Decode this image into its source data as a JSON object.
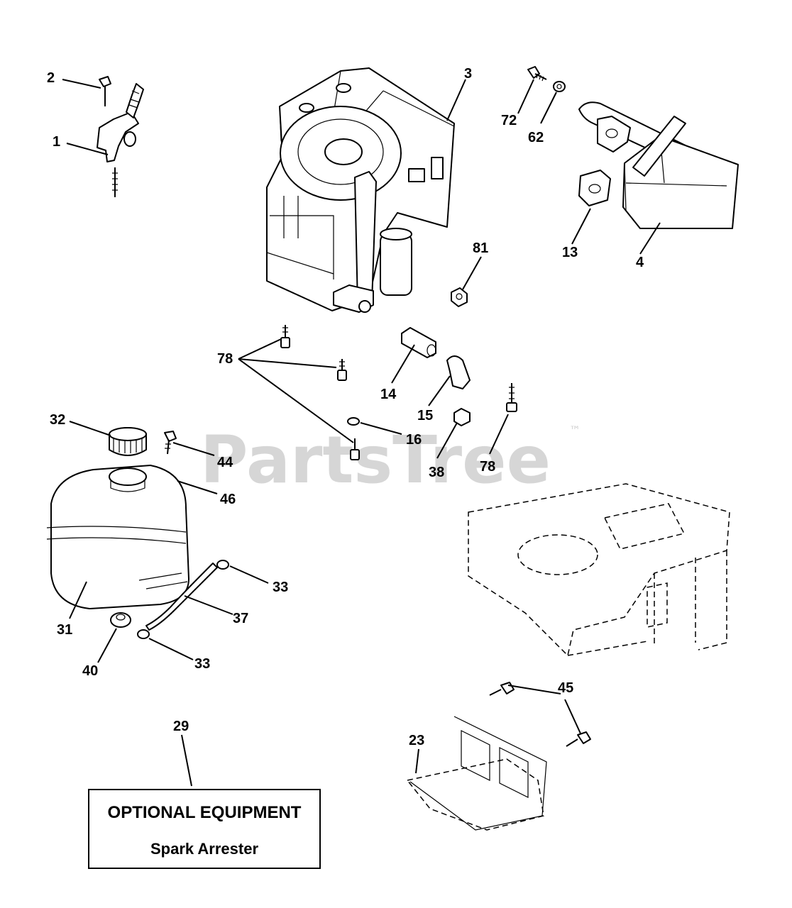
{
  "watermark": {
    "text": "PartsTree",
    "mark": "™"
  },
  "optional_box": {
    "title": "OPTIONAL EQUIPMENT",
    "subtitle": "Spark Arrester"
  },
  "callouts": [
    {
      "id": "c2",
      "text": "2"
    },
    {
      "id": "c1",
      "text": "1"
    },
    {
      "id": "c3",
      "text": "3"
    },
    {
      "id": "c72",
      "text": "72"
    },
    {
      "id": "c62",
      "text": "62"
    },
    {
      "id": "c13",
      "text": "13"
    },
    {
      "id": "c4",
      "text": "4"
    },
    {
      "id": "c81",
      "text": "81"
    },
    {
      "id": "c78a",
      "text": "78"
    },
    {
      "id": "c14",
      "text": "14"
    },
    {
      "id": "c15",
      "text": "15"
    },
    {
      "id": "c16",
      "text": "16"
    },
    {
      "id": "c38",
      "text": "38"
    },
    {
      "id": "c78b",
      "text": "78"
    },
    {
      "id": "c32",
      "text": "32"
    },
    {
      "id": "c44",
      "text": "44"
    },
    {
      "id": "c46",
      "text": "46"
    },
    {
      "id": "c33a",
      "text": "33"
    },
    {
      "id": "c37",
      "text": "37"
    },
    {
      "id": "c31",
      "text": "31"
    },
    {
      "id": "c40",
      "text": "40"
    },
    {
      "id": "c33b",
      "text": "33"
    },
    {
      "id": "c45",
      "text": "45"
    },
    {
      "id": "c23",
      "text": "23"
    },
    {
      "id": "c29",
      "text": "29"
    }
  ]
}
